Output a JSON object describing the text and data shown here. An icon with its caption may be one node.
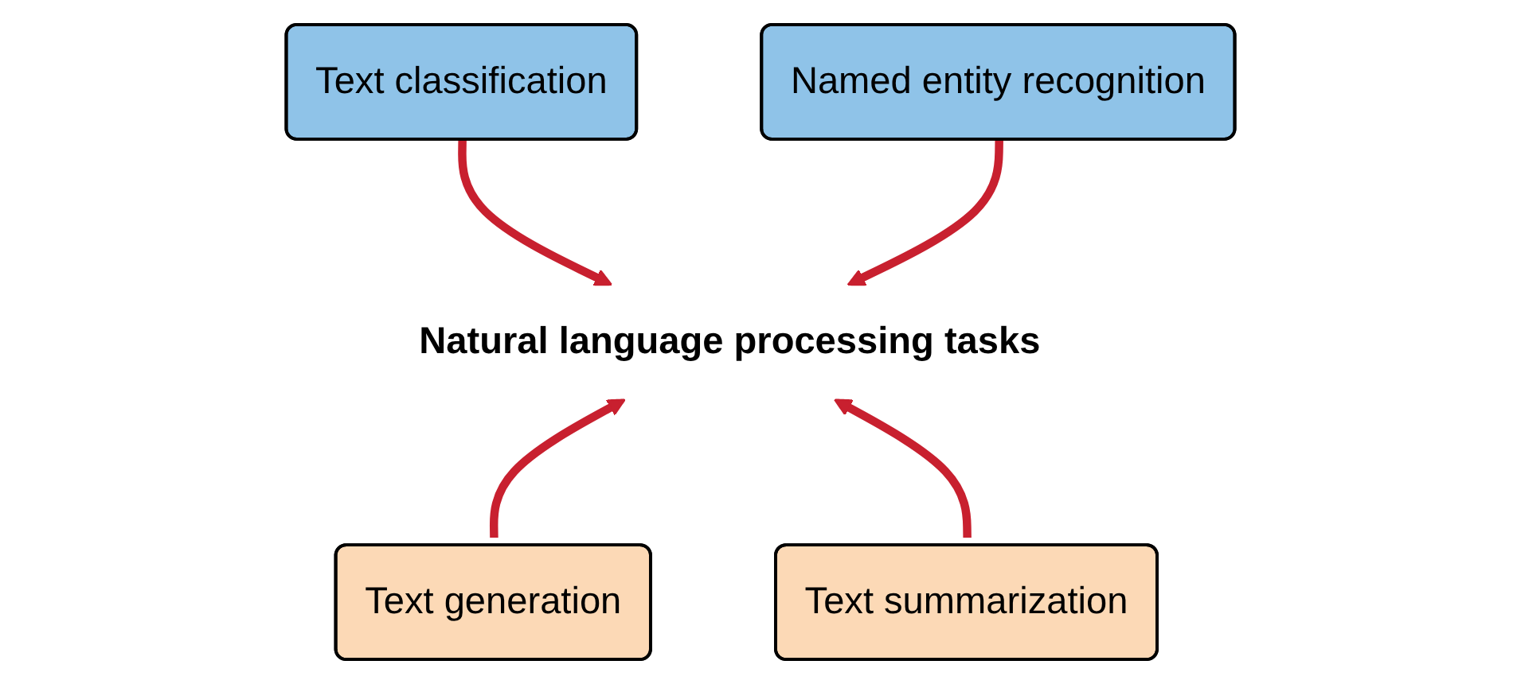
{
  "diagram": {
    "nodes": [
      {
        "text": [
          "Text classification"
        ]
      },
      {
        "text": [
          "Named entity recognition"
        ]
      },
      {
        "text": [
          "Natural language processing tasks"
        ]
      },
      {
        "text": [
          "Text generation"
        ]
      },
      {
        "text": [
          "Text summarization"
        ]
      }
    ],
    "edges": [
      {
        "from": 0,
        "to": 2,
        "arrow": "to",
        "color": "#c8202f"
      },
      {
        "from": 1,
        "to": 2,
        "arrow": "to",
        "color": "#c8202f"
      },
      {
        "from": 3,
        "to": 2,
        "arrow": "to",
        "color": "#c8202f"
      },
      {
        "from": 4,
        "to": 2,
        "arrow": "to",
        "color": "#c8202f"
      }
    ]
  }
}
